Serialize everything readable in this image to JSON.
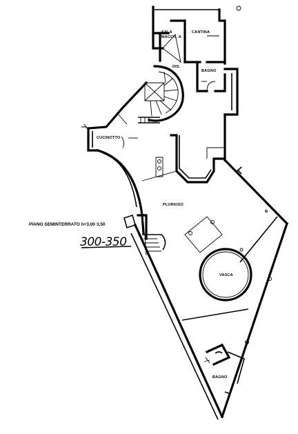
{
  "drawing": {
    "floor_label": "PIANO SEMINTERRATO h=3,00 3,50",
    "height_note": "300-350"
  },
  "rooms": {
    "sala_macchine": {
      "line1": "SALA",
      "line2": "MACCH. A"
    },
    "cantina": "CANTINA",
    "disimpegno": "DIS.",
    "bagno_top": "BAGNO",
    "cucinotto": "CUCINOTTO",
    "plurius": "PLURIUSO",
    "vasca": "VASCA",
    "bagno_bottom": "BAGNO"
  }
}
